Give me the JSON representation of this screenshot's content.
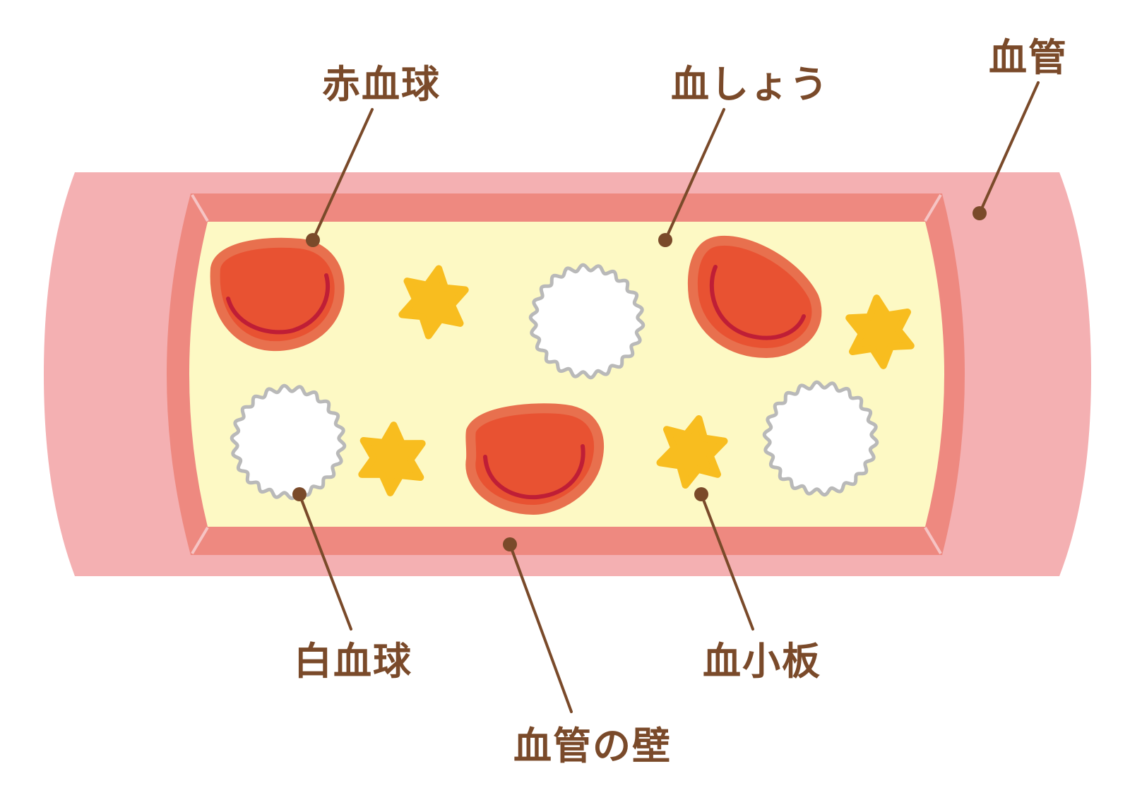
{
  "labels": {
    "red_blood_cell": "赤血球",
    "plasma": "血しょう",
    "blood_vessel": "血管",
    "white_blood_cell": "白血球",
    "platelet": "血小板",
    "vessel_wall": "血管の壁"
  },
  "colors": {
    "outer_wall": "#f4b0b2",
    "inner_wall": "#ee8980",
    "plasma": "#fdf9c4",
    "red_cell": "#e85232",
    "red_cell_outline": "#e8704e",
    "red_cell_curve": "#bf1e36",
    "white_cell": "#ffffff",
    "white_cell_border": "#b9b9b9",
    "platelet": "#f8bd1f",
    "leader_line": "#7a4a2a"
  }
}
